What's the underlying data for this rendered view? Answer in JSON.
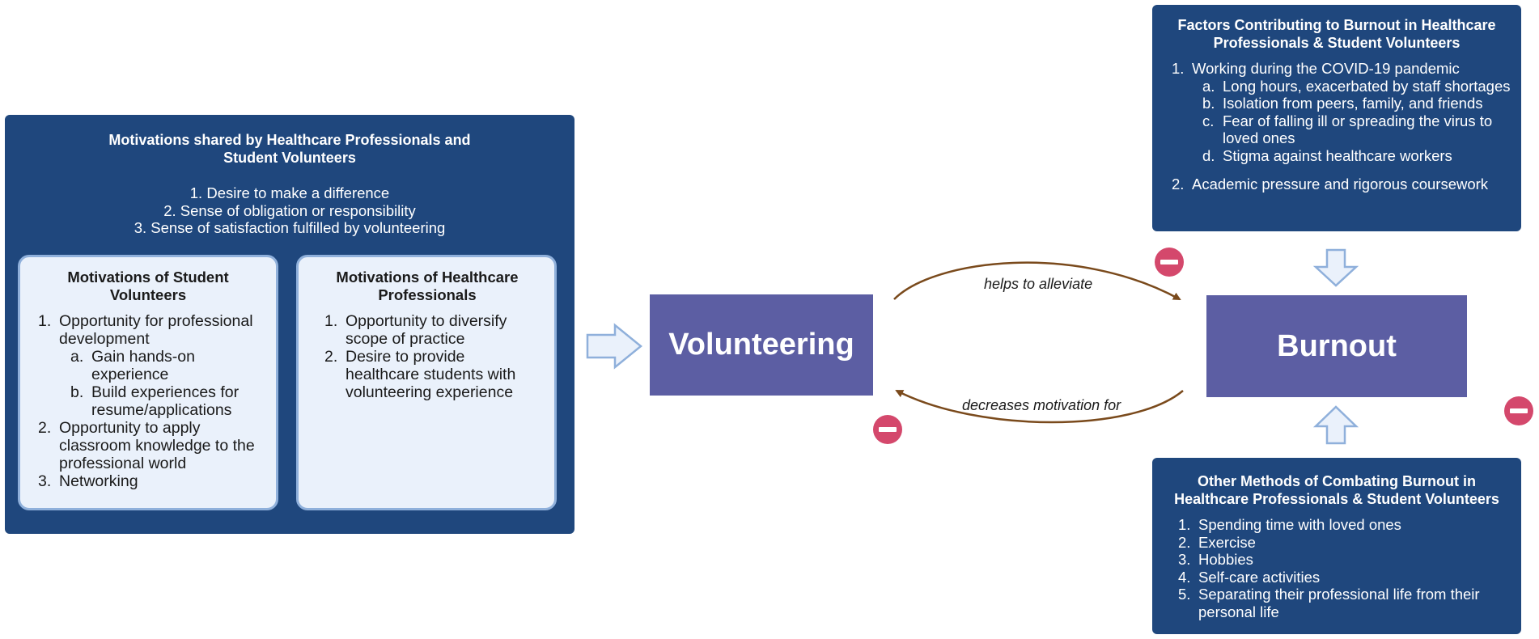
{
  "shared_box": {
    "title": "Motivations shared by Healthcare Professionals and Student Volunteers",
    "items": [
      "1.  Desire to make a difference",
      "2.  Sense of obligation or responsibility",
      "3.  Sense of satisfaction fulfilled by volunteering"
    ]
  },
  "student_box": {
    "title": "Motivations of Student Volunteers",
    "items": [
      {
        "num": "1.",
        "text": "Opportunity for professional development",
        "sub": [
          {
            "num": "a.",
            "text": "Gain hands-on experience"
          },
          {
            "num": "b.",
            "text": "Build experiences for resume/applications"
          }
        ]
      },
      {
        "num": "2.",
        "text": "Opportunity to apply classroom knowledge to the professional world"
      },
      {
        "num": "3.",
        "text": "Networking"
      }
    ]
  },
  "healthcare_box": {
    "title": "Motivations of Healthcare Professionals",
    "items": [
      {
        "num": "1.",
        "text": "Opportunity to diversify scope of practice"
      },
      {
        "num": "2.",
        "text": "Desire to provide healthcare students with volunteering experience"
      }
    ]
  },
  "nodes": {
    "volunteering": "Volunteering",
    "burnout": "Burnout"
  },
  "edges": {
    "top_label": "helps to alleviate",
    "bottom_label": "decreases motivation for"
  },
  "factors_box": {
    "title": "Factors Contributing to Burnout in Healthcare Professionals & Student Volunteers",
    "items": [
      {
        "num": "1.",
        "text": "Working during the COVID-19 pandemic",
        "sub": [
          {
            "num": "a.",
            "text": "Long hours, exacerbated by staff shortages"
          },
          {
            "num": "b.",
            "text": "Isolation from peers, family, and friends"
          },
          {
            "num": "c.",
            "text": "Fear of falling ill or spreading the virus to loved ones"
          },
          {
            "num": "d.",
            "text": "Stigma against healthcare workers"
          }
        ]
      },
      {
        "num": "2.",
        "text": "Academic pressure and rigorous coursework"
      }
    ]
  },
  "methods_box": {
    "title": "Other Methods of Combating Burnout in Healthcare Professionals & Student Volunteers",
    "items": [
      {
        "num": "1.",
        "text": "Spending time with loved ones"
      },
      {
        "num": "2.",
        "text": "Exercise"
      },
      {
        "num": "3.",
        "text": "Hobbies"
      },
      {
        "num": "4.",
        "text": "Self-care activities"
      },
      {
        "num": "5.",
        "text": "Separating their professional life from their personal life"
      }
    ]
  },
  "colors": {
    "navy": "#1f477d",
    "light_box": "#eaf1fb",
    "node": "#5c5ea3",
    "arc": "#7a4a1c",
    "inhibit": "#d4486c",
    "block_arrow": "#8fb0db"
  }
}
